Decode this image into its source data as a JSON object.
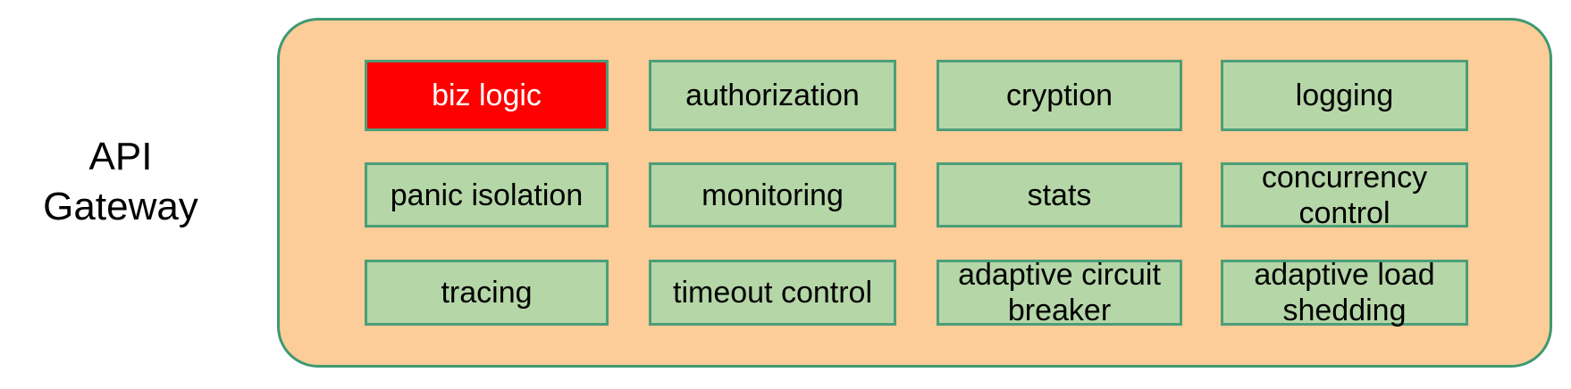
{
  "diagram": {
    "left_label": "API\nGateway",
    "container_name": "api-gateway-container",
    "colors": {
      "container_fill": "#FCCC99",
      "container_border": "#3D9970",
      "module_fill": "#B5D6A7",
      "module_border": "#4B9E78",
      "highlight_fill": "#FF0000",
      "highlight_text": "#FFFFFF",
      "text": "#000000",
      "page_background": "#FFFFFF"
    },
    "grid": {
      "rows": 3,
      "columns": 4,
      "modules": [
        {
          "label": "biz logic",
          "row": 1,
          "column": 1,
          "highlighted": true
        },
        {
          "label": "authorization",
          "row": 1,
          "column": 2,
          "highlighted": false
        },
        {
          "label": "cryption",
          "row": 1,
          "column": 3,
          "highlighted": false
        },
        {
          "label": "logging",
          "row": 1,
          "column": 4,
          "highlighted": false
        },
        {
          "label": "panic isolation",
          "row": 2,
          "column": 1,
          "highlighted": false
        },
        {
          "label": "monitoring",
          "row": 2,
          "column": 2,
          "highlighted": false
        },
        {
          "label": "stats",
          "row": 2,
          "column": 3,
          "highlighted": false
        },
        {
          "label": "concurrency\ncontrol",
          "row": 2,
          "column": 4,
          "highlighted": false
        },
        {
          "label": "tracing",
          "row": 3,
          "column": 1,
          "highlighted": false
        },
        {
          "label": "timeout control",
          "row": 3,
          "column": 2,
          "highlighted": false
        },
        {
          "label": "adaptive circuit\nbreaker",
          "row": 3,
          "column": 3,
          "highlighted": false
        },
        {
          "label": "adaptive load\nshedding",
          "row": 3,
          "column": 4,
          "highlighted": false
        }
      ]
    }
  }
}
